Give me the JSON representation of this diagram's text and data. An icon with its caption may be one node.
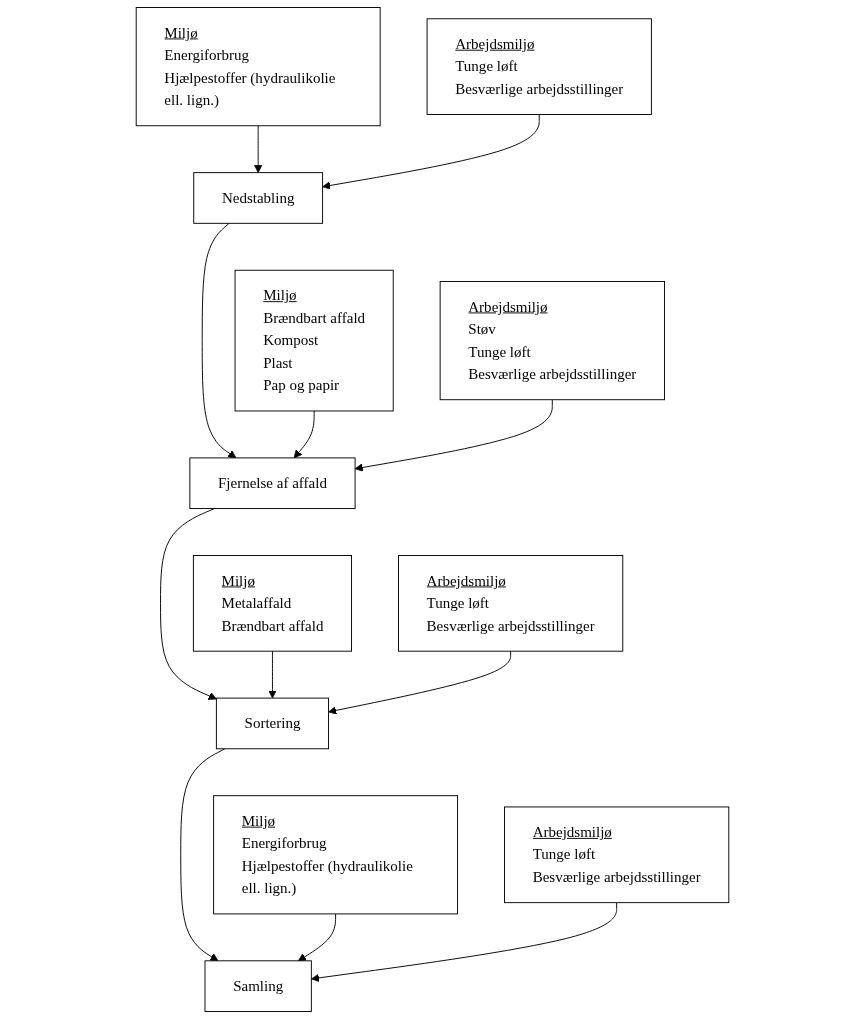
{
  "diagram": {
    "nodes": [
      {
        "text": [
          "Miljø",
          "Energiforbrug",
          "Hjælpestoffer (hydraulikolie ell. lign.)"
        ]
      },
      {
        "text": [
          "Arbejdsmiljø",
          "Tunge løft",
          "Besværlige arbejdsstillinger"
        ]
      },
      {
        "text": [
          "Nedstabling"
        ]
      },
      {
        "text": [
          "Miljø",
          "Brændbart affald",
          "Kompost",
          "Plast",
          "Pap og papir"
        ]
      },
      {
        "text": [
          "Arbejdsmiljø",
          "Støv",
          "Tunge løft",
          "Besværlige arbejdsstillinger"
        ]
      },
      {
        "text": [
          "Fjernelse af affald"
        ]
      },
      {
        "text": [
          "Miljø",
          "Metalaffald",
          "Brændbart affald"
        ]
      },
      {
        "text": [
          "Arbejdsmiljø",
          "Tunge løft",
          "Besværlige arbejdsstillinger"
        ]
      },
      {
        "text": [
          "Sortering"
        ]
      },
      {
        "text": [
          "Miljø",
          "Energiforbrug",
          "Hjælpestoffer (hydraulikolie ell. lign.)"
        ]
      },
      {
        "text": [
          "Arbejdsmiljø",
          "Tunge løft",
          "Besværlige arbejdsstillinger"
        ]
      },
      {
        "text": [
          "Samling"
        ]
      }
    ],
    "edges": [
      {
        "from": 0,
        "to": 2,
        "arrow": "to"
      },
      {
        "from": 1,
        "to": 2,
        "arrow": "to"
      },
      {
        "from": 2,
        "to": 5,
        "arrow": "to"
      },
      {
        "from": 3,
        "to": 5,
        "arrow": "to"
      },
      {
        "from": 4,
        "to": 5,
        "arrow": "to"
      },
      {
        "from": 5,
        "to": 8,
        "arrow": "to"
      },
      {
        "from": 6,
        "to": 8,
        "arrow": "to"
      },
      {
        "from": 7,
        "to": 8,
        "arrow": "to"
      },
      {
        "from": 8,
        "to": 11,
        "arrow": "to"
      },
      {
        "from": 9,
        "to": 11,
        "arrow": "to"
      },
      {
        "from": 10,
        "to": 11,
        "arrow": "to"
      }
    ]
  }
}
